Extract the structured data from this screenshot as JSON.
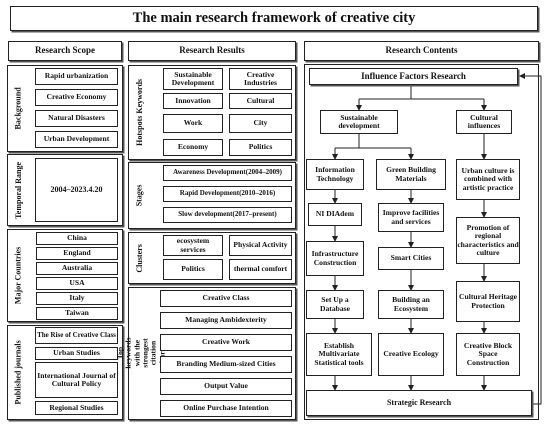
{
  "title": "The main research framework of creative city",
  "headers": {
    "scope": "Research Scope",
    "results": "Research Results",
    "contents": "Research Contents"
  },
  "scope": {
    "background": {
      "label": "Background",
      "items": [
        "Rapid urbanization",
        "Creative Economy",
        "Natural Disasters",
        "Urban Development"
      ]
    },
    "temporal": {
      "label": "Temporal Range",
      "value": "2004–2023.4.20"
    },
    "countries": {
      "label": "Major Countries",
      "items": [
        "China",
        "England",
        "Australia",
        "USA",
        "Italy",
        "Taiwan"
      ]
    },
    "journals": {
      "label": "Published journals",
      "items": [
        "The Rise of Creative Class",
        "Urban Studies",
        "International Journal of Cultural Policy",
        "Regional Studies"
      ]
    }
  },
  "results": {
    "hotspots": {
      "label": "Hotspots Keywords",
      "items": [
        "Sustainable Development",
        "Creative Industries",
        "Innovation",
        "Cultural",
        "Work",
        "City",
        "Economy",
        "Politics"
      ]
    },
    "stages": {
      "label": "Stages",
      "items": [
        "Awareness Development(2004–2009)",
        "Rapid Development(2010–2016)",
        "Slow development(2017–present)"
      ]
    },
    "clusters": {
      "label": "Clusters",
      "items": [
        "ecosystem services",
        "Physical Activity",
        "Politics",
        "thermal comfort"
      ]
    },
    "bursts": {
      "label": "Top keywords with the strongest citation bursts",
      "items": [
        "Creative Class",
        "Managing Ambidexterity",
        "Creative Work",
        "Branding Medium-sized Cities",
        "Output Value",
        "Online Purchase Intention"
      ]
    }
  },
  "contents": {
    "influence": "Influence Factors Research",
    "sustainable": "Sustainable development",
    "cultural": "Cultural influences",
    "info_tech": "Information Technology",
    "green": "Green Building Materials",
    "urban_culture": "Urban culture is combined with artistic practice",
    "ni_diadem": "NI DIAdem",
    "improve": "Improve facilities and services",
    "promotion": "Promotion of regional characteristics and culture",
    "infrastructure": "Infrastructure Construction",
    "smart": "Smart Cities",
    "heritage": "Cultural Heritage Protection",
    "database": "Set Up a Database",
    "ecosystem": "Building an Ecosystem",
    "multivariate": "Establish Multivariate Statistical tools",
    "ecology": "Creative Ecology",
    "block": "Creative Block Space Construction",
    "strategic": "Strategic Research"
  }
}
